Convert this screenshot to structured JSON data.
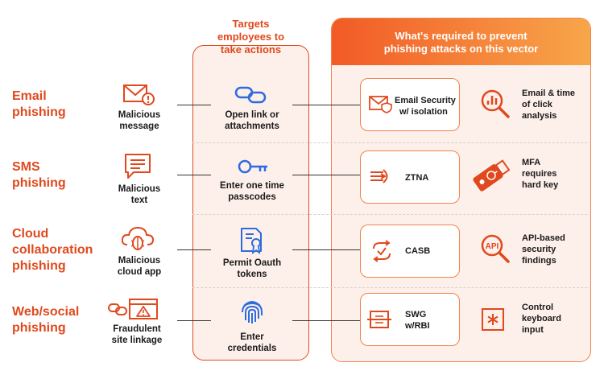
{
  "middle_header": [
    "Targets",
    "employees to",
    "take actions"
  ],
  "right_header": [
    "What's required to prevent",
    "phishing attacks on this vector"
  ],
  "rows": [
    {
      "category": [
        "Email",
        "phishing"
      ],
      "vector": [
        "Malicious",
        "message"
      ],
      "vector_icon": "envelope-alert-icon",
      "action": [
        "Open link or",
        "attachments"
      ],
      "action_icon": "link-icon",
      "solution": [
        "Email Security",
        "w/ isolation"
      ],
      "solution_icon": "envelope-shield-icon",
      "feature": [
        "Email & time",
        "of click",
        "analysis"
      ],
      "feature_icon": "magnifier-chart-icon"
    },
    {
      "category": [
        "SMS",
        "phishing"
      ],
      "vector": [
        "Malicious",
        "text"
      ],
      "vector_icon": "chat-bubble-icon",
      "action": [
        "Enter one time",
        "passcodes"
      ],
      "action_icon": "key-icon",
      "solution": [
        "ZTNA"
      ],
      "solution_icon": "ztna-arrows-icon",
      "feature": [
        "MFA",
        "requires",
        "hard key"
      ],
      "feature_icon": "usb-key-icon"
    },
    {
      "category": [
        "Cloud",
        "collaboration",
        "phishing"
      ],
      "vector": [
        "Malicious",
        "cloud app"
      ],
      "vector_icon": "cloud-bug-icon",
      "action": [
        "Permit Oauth",
        "tokens"
      ],
      "action_icon": "certificate-icon",
      "solution": [
        "CASB"
      ],
      "solution_icon": "casb-sync-icon",
      "feature": [
        "API-based",
        "security",
        "findings"
      ],
      "feature_icon": "api-magnifier-icon"
    },
    {
      "category": [
        "Web/social",
        "phishing"
      ],
      "vector": [
        "Fraudulent",
        "site linkage"
      ],
      "vector_icon": "browser-link-warning-icon",
      "action": [
        "Enter",
        "credentials"
      ],
      "action_icon": "fingerprint-icon",
      "solution": [
        "SWG",
        "w/RBI"
      ],
      "solution_icon": "swg-browser-icon",
      "feature": [
        "Control",
        "keyboard",
        "input"
      ],
      "feature_icon": "keyboard-asterisk-icon"
    }
  ],
  "colors": {
    "accent": "#e0491d",
    "panel": "#fdf0ea",
    "gradient_start": "#f25a26",
    "gradient_end": "#f7a64a"
  }
}
